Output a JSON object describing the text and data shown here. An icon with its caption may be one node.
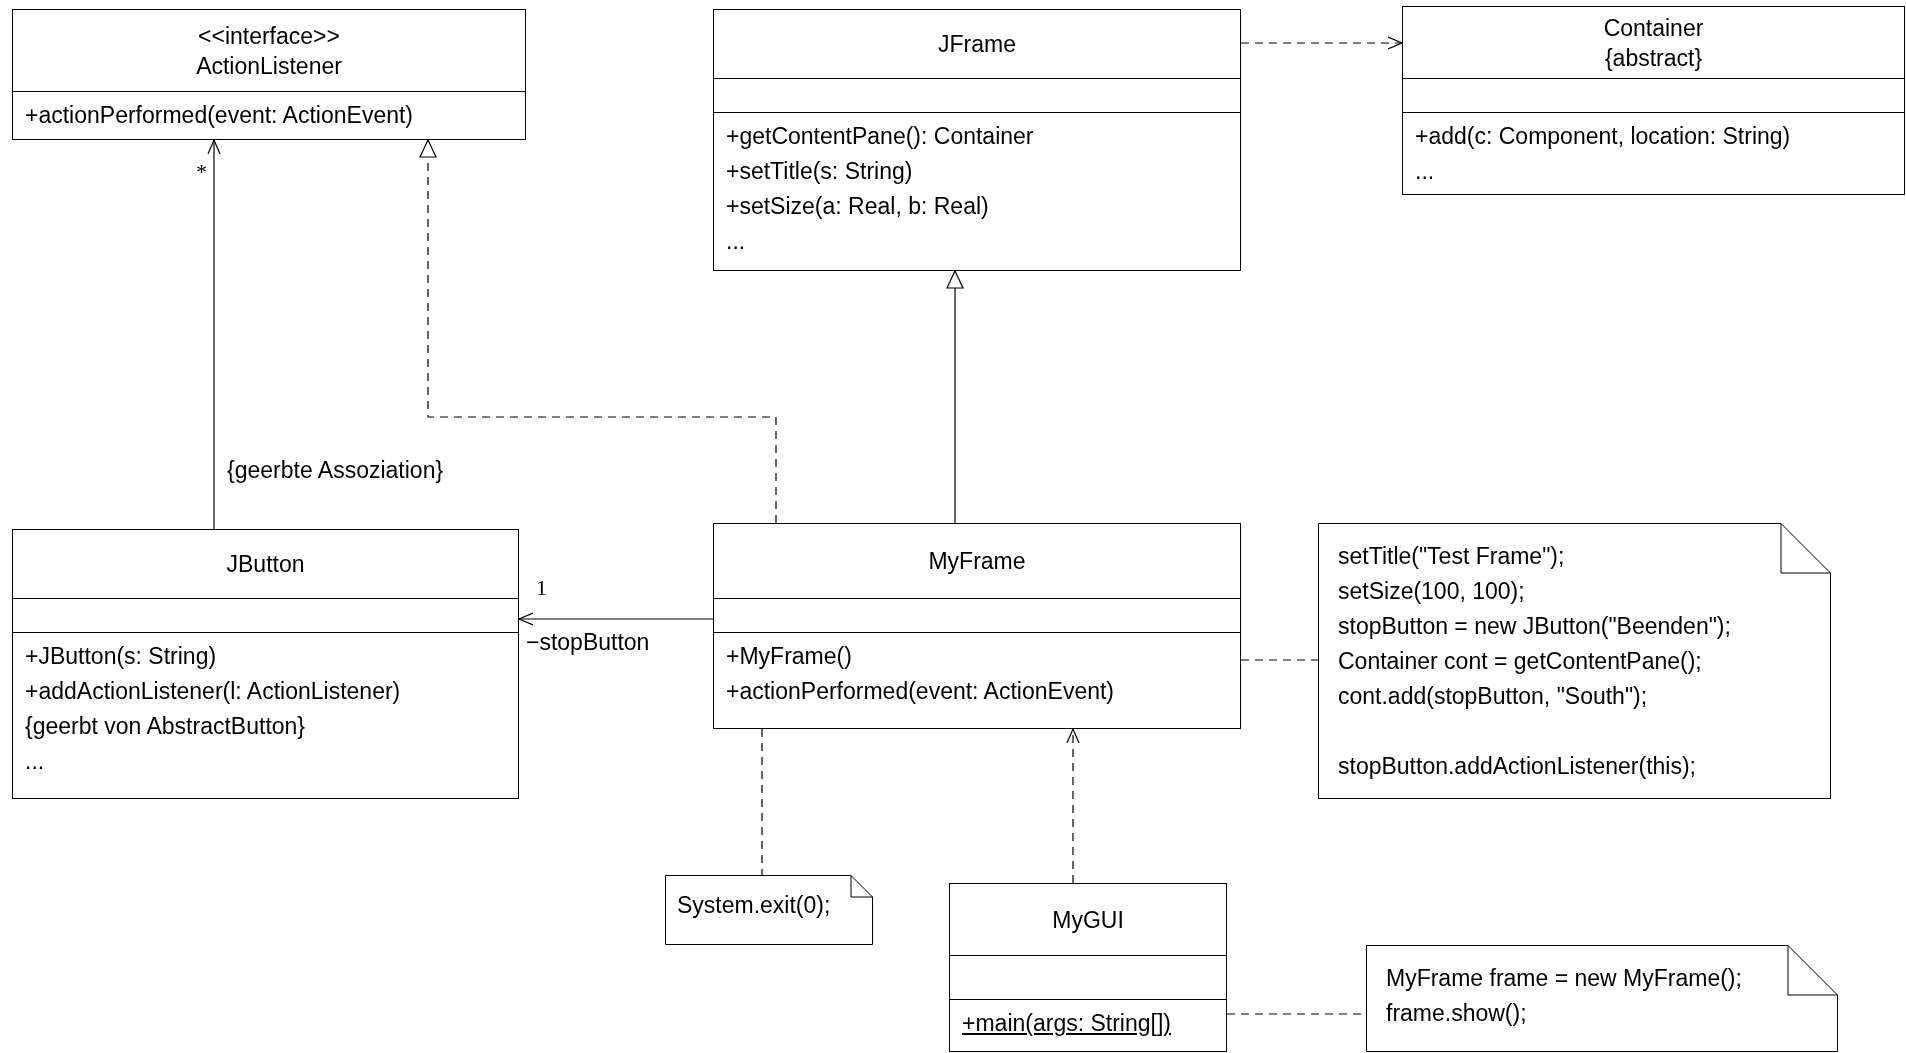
{
  "diagram": {
    "nodes": [
      {
        "text": [
          "<<interface>>",
          "ActionListener",
          "+actionPerformed(event: ActionEvent)"
        ]
      },
      {
        "text": [
          "JFrame",
          "+getContentPane(): Container",
          "+setTitle(s: String)",
          "+setSize(a: Real, b: Real)",
          "..."
        ]
      },
      {
        "text": [
          "Container",
          "{abstract}",
          "+add(c: Component, location: String)",
          "..."
        ]
      },
      {
        "text": [
          "JButton",
          "+JButton(s: String)",
          "+addActionListener(l: ActionListener)",
          "{geerbt von AbstractButton}",
          "..."
        ]
      },
      {
        "text": [
          "MyFrame",
          "+MyFrame()",
          "+actionPerformed(event: ActionEvent)"
        ]
      },
      {
        "text": [
          "setTitle(\"Test Frame\");",
          "setSize(100, 100);",
          "stopButton = new JButton(\"Beenden\");",
          "Container cont = getContentPane();",
          "cont.add(stopButton, \"South\");",
          "stopButton.addActionListener(this);"
        ]
      },
      {
        "text": [
          "System.exit(0);"
        ]
      },
      {
        "text": [
          "MyGUI",
          "+main(args: String[])"
        ]
      },
      {
        "text": [
          "MyFrame frame = new MyFrame();",
          "frame.show();"
        ]
      }
    ],
    "edges": [
      {
        "from": 3,
        "to": 0,
        "arrow": "to",
        "label": "{geerbte Assoziation}"
      },
      {
        "from": 4,
        "to": 0,
        "arrow": "to",
        "style": "dashed"
      },
      {
        "from": 4,
        "to": 1,
        "arrow": "to"
      },
      {
        "from": 1,
        "to": 2,
        "arrow": "to",
        "style": "dashed"
      },
      {
        "from": 4,
        "to": 3,
        "arrow": "to"
      },
      {
        "from": 4,
        "to": 5,
        "arrow": "none",
        "style": "dashed"
      },
      {
        "from": 4,
        "to": 6,
        "arrow": "none",
        "style": "dashed"
      },
      {
        "from": 7,
        "to": 4,
        "arrow": "to",
        "style": "dashed"
      },
      {
        "from": 7,
        "to": 8,
        "arrow": "none",
        "style": "dashed"
      }
    ],
    "labels": [
      "*",
      "1",
      "−stopButton"
    ]
  }
}
